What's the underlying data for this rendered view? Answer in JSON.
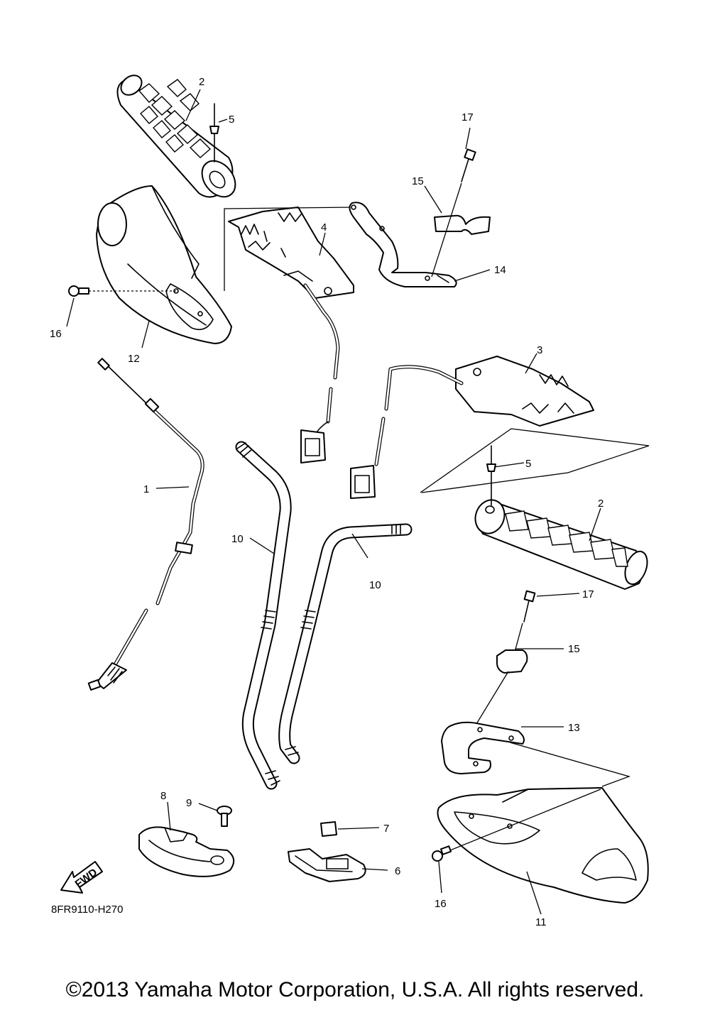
{
  "diagram_code": "8FR9110-H270",
  "fwd_label": "FWD",
  "copyright": "©2013 Yamaha Motor Corporation, U.S.A. All rights reserved.",
  "callouts": {
    "c1": "1",
    "c2a": "2",
    "c2b": "2",
    "c3": "3",
    "c4": "4",
    "c5a": "5",
    "c5b": "5",
    "c6": "6",
    "c7": "7",
    "c8": "8",
    "c9": "9",
    "c10a": "10",
    "c10b": "10",
    "c11": "11",
    "c12": "12",
    "c13": "13",
    "c14": "14",
    "c15a": "15",
    "c15b": "15",
    "c16a": "16",
    "c16b": "16",
    "c17a": "17",
    "c17b": "17"
  }
}
